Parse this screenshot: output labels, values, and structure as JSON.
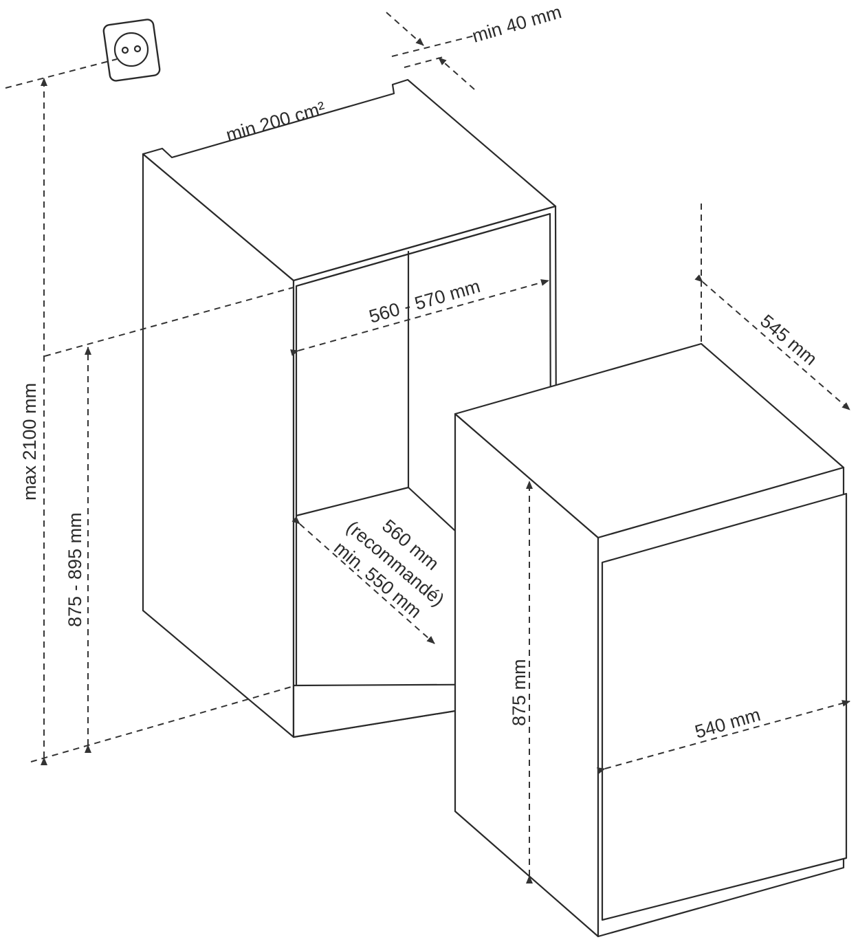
{
  "diagram": {
    "labels": {
      "min_gap": "min 40 mm",
      "vent_area": "min 200 cm²",
      "max_height": "max 2100 mm",
      "niche_height": "875 - 895 mm",
      "niche_width": "560 - 570 mm",
      "depth_line1": "560 mm",
      "depth_line2": "(recommandé)",
      "depth_line3": "min. 550 mm",
      "appliance_depth": "545 mm",
      "appliance_height": "875 mm",
      "appliance_width": "540 mm"
    },
    "colors": {
      "line": "#2a2a2a",
      "background": "#ffffff"
    },
    "icons": [
      "power-socket-icon"
    ]
  }
}
